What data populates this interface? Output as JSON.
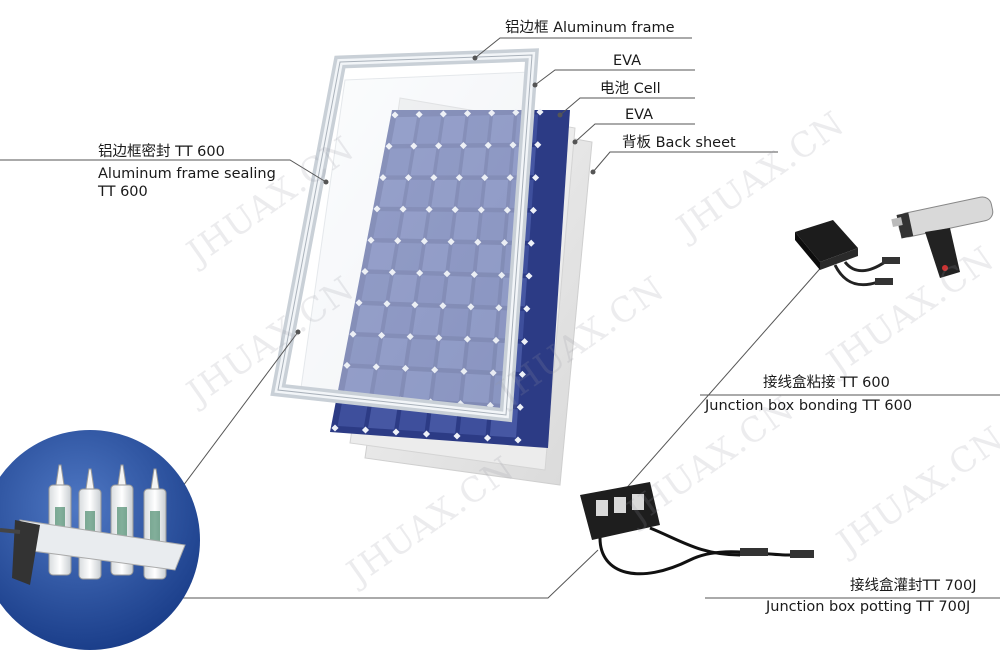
{
  "labels": {
    "aluminum_frame": "铝边框  Aluminum frame",
    "eva_top": "EVA",
    "cell": "电池  Cell",
    "eva_bottom": "EVA",
    "back_sheet": "背板  Back sheet",
    "frame_sealing_cn": "铝边框密封  TT 600",
    "frame_sealing_en1": "Aluminum frame sealing",
    "frame_sealing_en2": "TT 600",
    "jbox_bonding_cn": "接线盒粘接  TT 600",
    "jbox_bonding_en": "Junction box bonding TT 600",
    "jbox_potting_cn": "接线盒灌封TT 700J",
    "jbox_potting_en": "Junction box potting TT 700J"
  },
  "watermark": "JHUAX.CN",
  "colors": {
    "cell_blue": "#3e4f9c",
    "cell_dark": "#2b3a82",
    "frame": "#d7dde3",
    "circle_bg": "#1b3f8f",
    "leader": "#555555"
  }
}
